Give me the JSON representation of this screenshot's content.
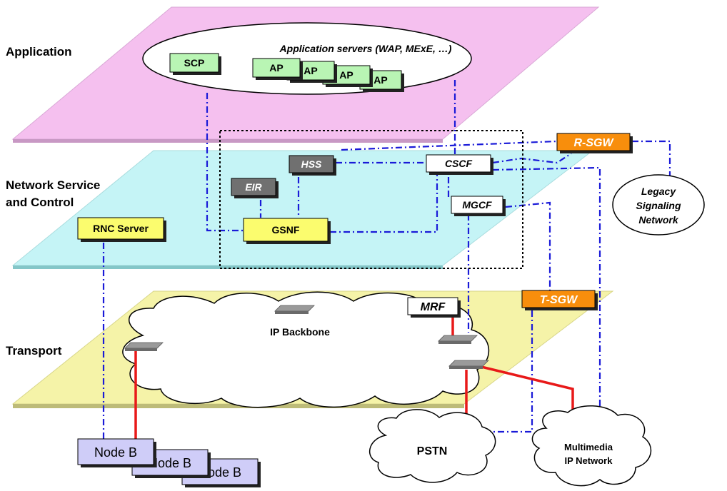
{
  "layers": {
    "application": "Application",
    "network_line1": "Network Service",
    "network_line2": "and Control",
    "transport": "Transport"
  },
  "app_servers": {
    "caption": "Application servers (WAP, MExE, …)",
    "scp": "SCP",
    "ap": "AP"
  },
  "control": {
    "hss": "HSS",
    "eir": "EIR",
    "gsnf": "GSNF",
    "rnc": "RNC Server",
    "cscf": "CSCF",
    "mgcf": "MGCF",
    "rsgw": "R-SGW",
    "legacy_line1": "Legacy",
    "legacy_line2": "Signaling",
    "legacy_line3": "Network"
  },
  "transport_nodes": {
    "backbone": "IP Backbone",
    "mrf": "MRF",
    "tsgw": "T-SGW",
    "pstn": "PSTN",
    "mm_line1": "Multimedia",
    "mm_line2": "IP Network",
    "nodeb": "Node B"
  },
  "colors": {
    "application_plane": "#f5c0ef",
    "control_plane": "#c5f4f6",
    "transport_plane": "#f5f3a8",
    "green_box": "#b9f5b4",
    "yellow_box": "#fbfc6e",
    "orange_box": "#f88e0c",
    "gray_box": "#707070",
    "nodeb_box": "#cfcdf8",
    "signaling_line": "#1a1ad8",
    "bearer_line": "#e81919"
  }
}
